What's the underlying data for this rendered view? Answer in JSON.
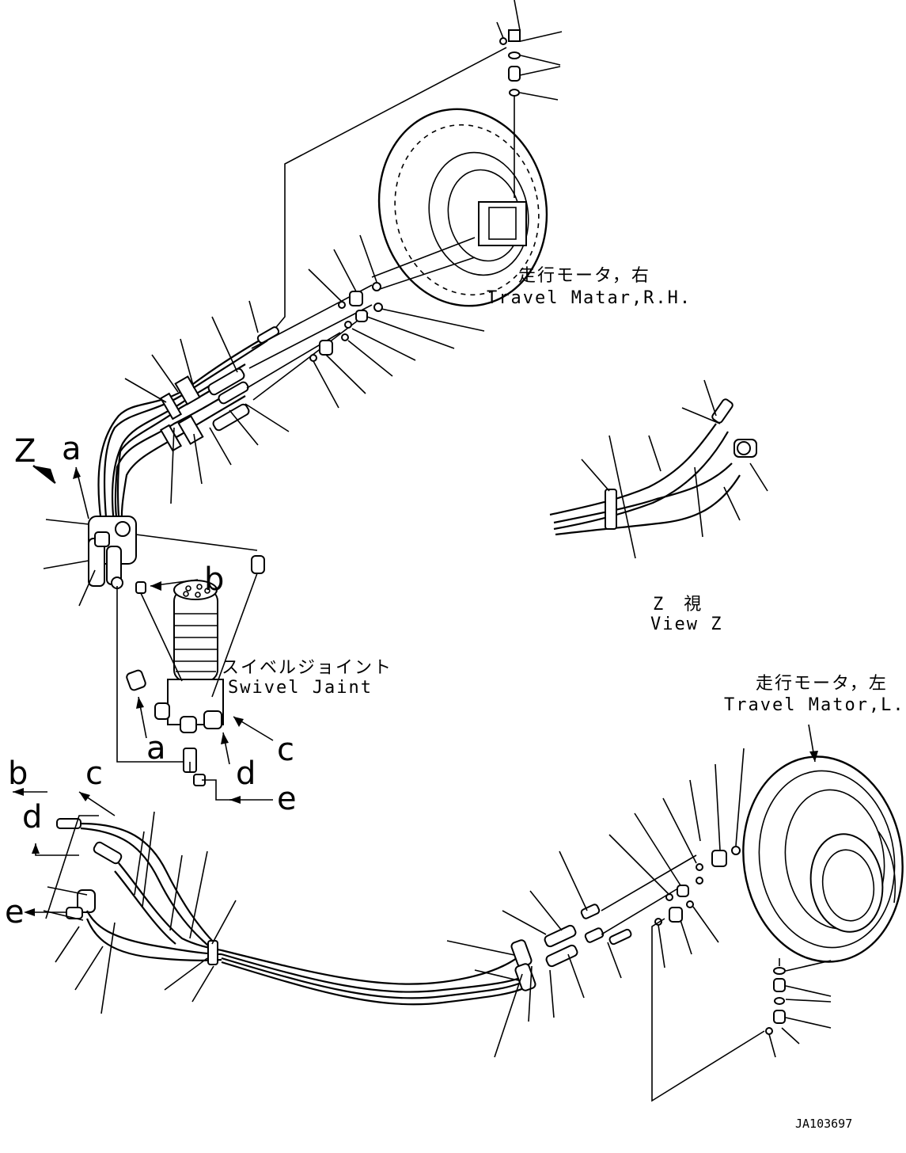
{
  "labels": {
    "travel_motor_rh_jp": "走行モータ，右",
    "travel_motor_rh_en": "Travel Matar,R.H.",
    "travel_motor_lh_jp": "走行モータ，左",
    "travel_motor_lh_en": "Travel Mator,L.H.",
    "swivel_joint_jp": "スイベルジョイント",
    "swivel_joint_en": "Swivel Jaint",
    "view_z_jp": "Z　視",
    "view_z_en": "View Z",
    "drawing_number": "JA103697"
  },
  "refs": {
    "z": "Z",
    "a": "a",
    "b": "b",
    "c": "c",
    "d": "d",
    "e": "e"
  }
}
